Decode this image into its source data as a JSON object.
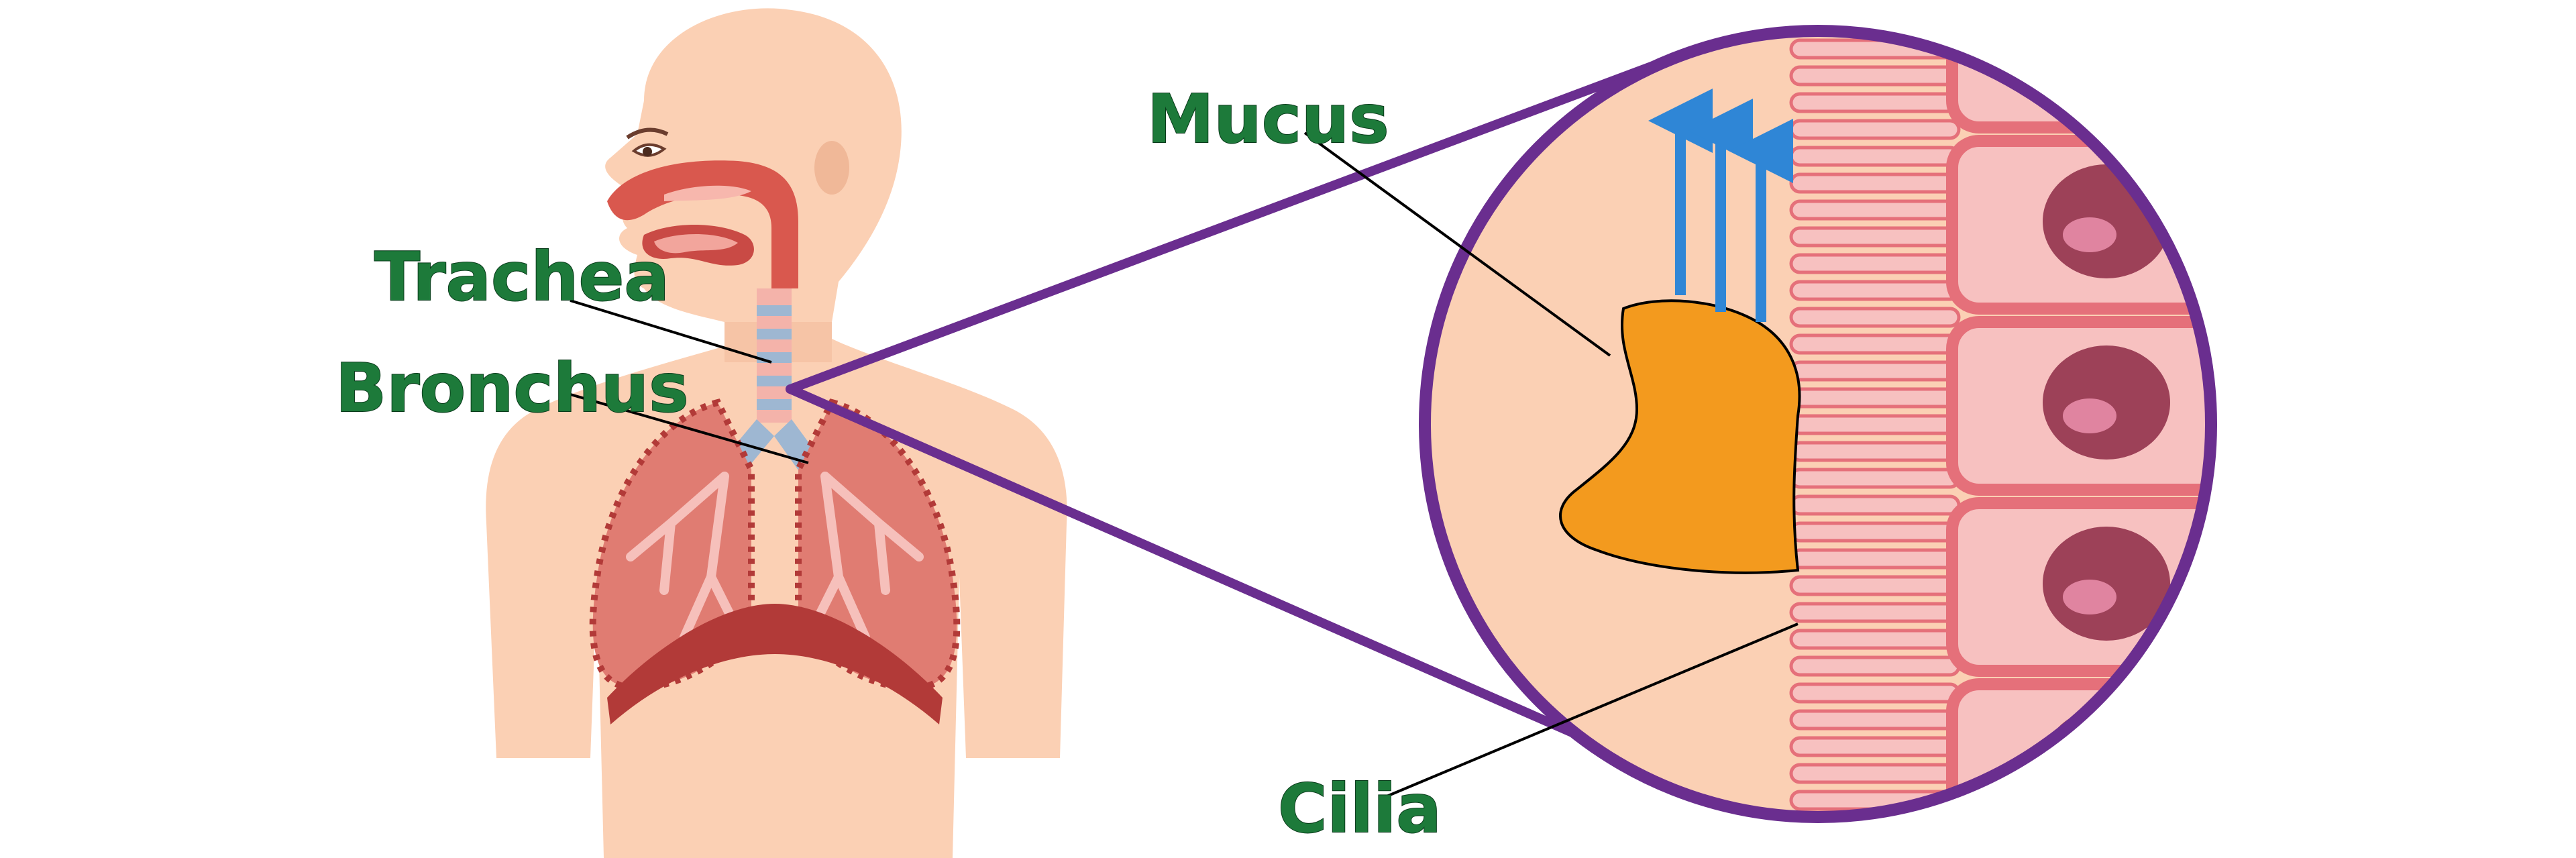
{
  "labels": {
    "trachea": "Trachea",
    "bronchus": "Bronchus",
    "mucus": "Mucus",
    "cilia": "Cilia"
  },
  "colors": {
    "skin": "#fbd0b4",
    "nasal_cavity": "#d9584e",
    "lung": "#e07c72",
    "lung_tissue": "#f4a7a0",
    "diaphragm": "#b23a38",
    "airway_rings": "#9eb7d2",
    "zoom_outline": "#6a2e8f",
    "mucus": "#f39a1e",
    "flow_arrows": "#2f86d6",
    "cell_wall": "#e5707a",
    "cell_fill": "#f7c1c0",
    "nucleus": "#9d4158",
    "label_text": "#1d7a3a"
  },
  "icons": [
    "airflow-arrow-icon"
  ]
}
